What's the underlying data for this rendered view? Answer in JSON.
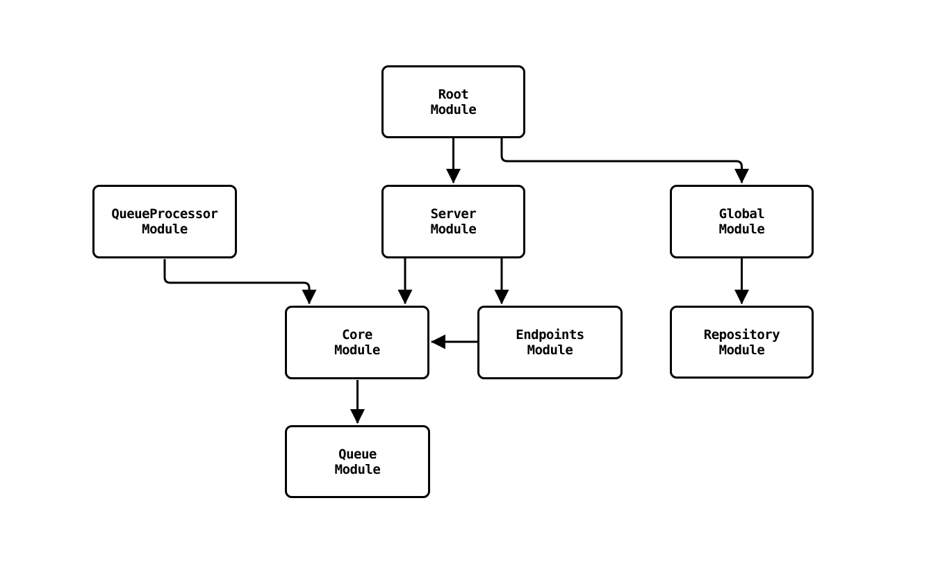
{
  "diagram": {
    "type": "flowchart",
    "direction": "top-down",
    "background_color": "#ffffff",
    "node_fill_color": "#ffffff",
    "node_border_color": "#000000",
    "edge_color": "#000000",
    "text_color": "#000000",
    "nodes": {
      "root": {
        "label": "Root\nModule"
      },
      "queueprocessor": {
        "label": "QueueProcessor\nModule"
      },
      "server": {
        "label": "Server\nModule"
      },
      "global": {
        "label": "Global\nModule"
      },
      "core": {
        "label": "Core\nModule"
      },
      "endpoints": {
        "label": "Endpoints\nModule"
      },
      "repository": {
        "label": "Repository\nModule"
      },
      "queue": {
        "label": "Queue\nModule"
      }
    },
    "edges": [
      {
        "from": "Root Module",
        "to": "Server Module"
      },
      {
        "from": "Root Module",
        "to": "Global Module"
      },
      {
        "from": "QueueProcessor Module",
        "to": "Core Module"
      },
      {
        "from": "Server Module",
        "to": "Core Module"
      },
      {
        "from": "Server Module",
        "to": "Endpoints Module"
      },
      {
        "from": "Endpoints Module",
        "to": "Core Module"
      },
      {
        "from": "Global Module",
        "to": "Repository Module"
      },
      {
        "from": "Core Module",
        "to": "Queue Module"
      }
    ]
  }
}
